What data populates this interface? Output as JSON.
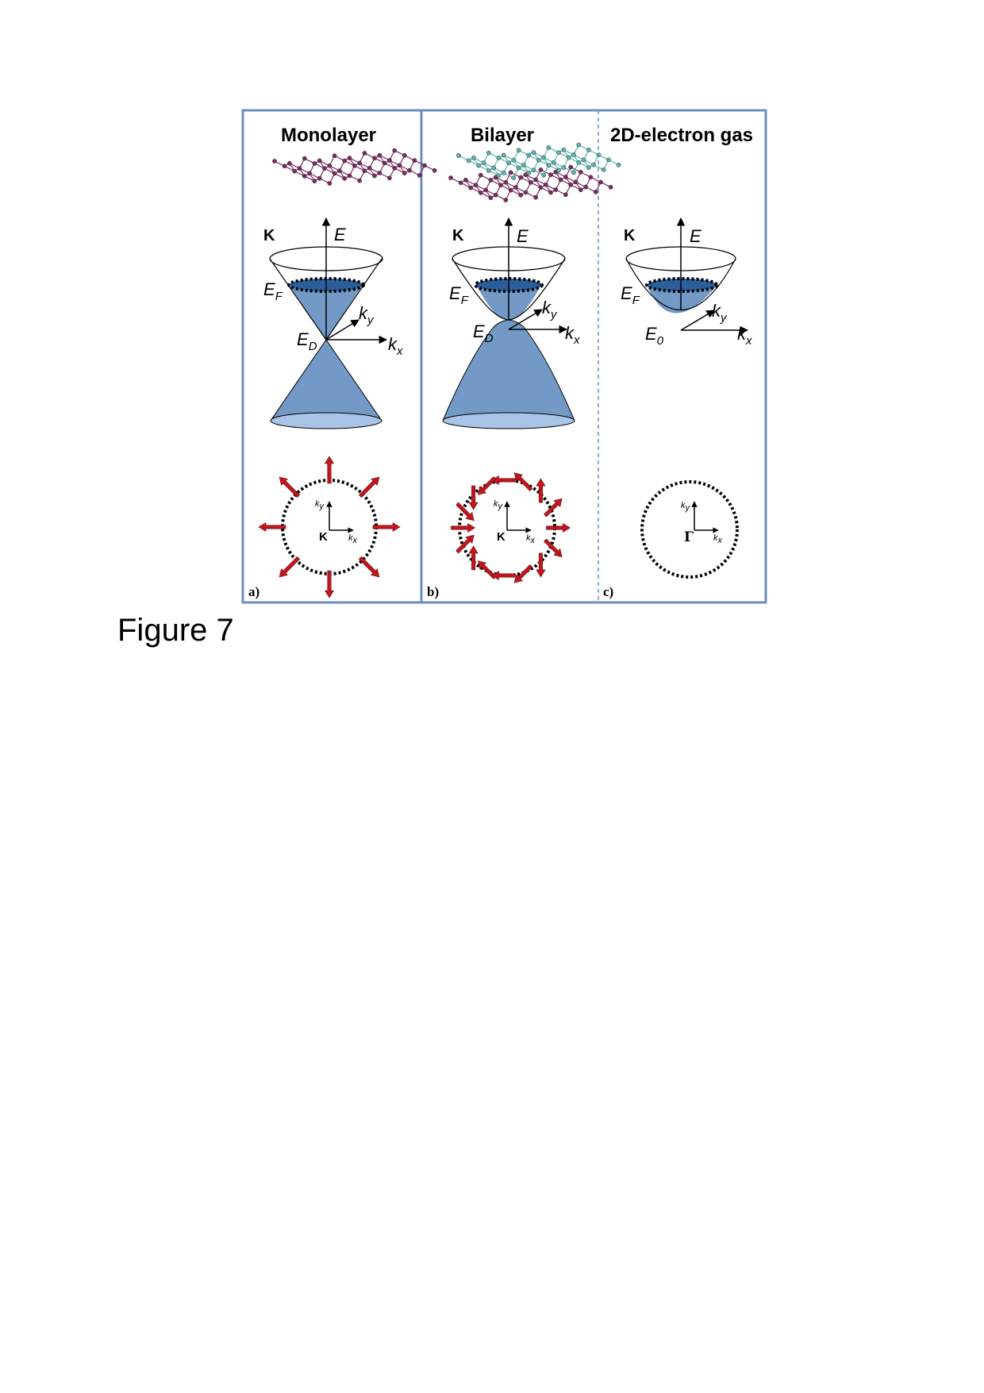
{
  "panels": [
    {
      "id": "a",
      "title": "Monolayer",
      "valley": "K",
      "axis_E": "E",
      "fermi": {
        "base": "E",
        "sub": "F"
      },
      "point": {
        "base": "E",
        "sub": "D"
      },
      "ky": {
        "base": "k",
        "sub": "y"
      },
      "kx": {
        "base": "k",
        "sub": "x"
      },
      "inset_center": "K",
      "inset_ky": {
        "base": "k",
        "sub": "y"
      },
      "inset_kx": {
        "base": "k",
        "sub": "x"
      },
      "panel_label": "a)"
    },
    {
      "id": "b",
      "title": "Bilayer",
      "valley": "K",
      "axis_E": "E",
      "fermi": {
        "base": "E",
        "sub": "F"
      },
      "point": {
        "base": "E",
        "sub": "D"
      },
      "ky": {
        "base": "k",
        "sub": "y"
      },
      "kx": {
        "base": "k",
        "sub": "x"
      },
      "inset_center": "K",
      "inset_ky": {
        "base": "k",
        "sub": "y"
      },
      "inset_kx": {
        "base": "k",
        "sub": "x"
      },
      "panel_label": "b)"
    },
    {
      "id": "c",
      "title": "2D-electron gas",
      "valley": "K",
      "axis_E": "E",
      "fermi": {
        "base": "E",
        "sub": "F"
      },
      "point": {
        "base": "E",
        "sub": "0"
      },
      "ky": {
        "base": "k",
        "sub": "y"
      },
      "kx": {
        "base": "k",
        "sub": "x"
      },
      "inset_center": "Γ",
      "inset_ky": {
        "base": "k",
        "sub": "y"
      },
      "inset_kx": {
        "base": "k",
        "sub": "x"
      },
      "panel_label": "c)"
    }
  ],
  "caption": "Figure 7",
  "colors": {
    "frame": "#6c8ebf",
    "cone_fill": "#7399c6",
    "cone_rim": "#a9c4e6",
    "arrow": "#c0161c",
    "lattice_purple": "#7b2b63",
    "lattice_teal": "#5ab4b0"
  }
}
